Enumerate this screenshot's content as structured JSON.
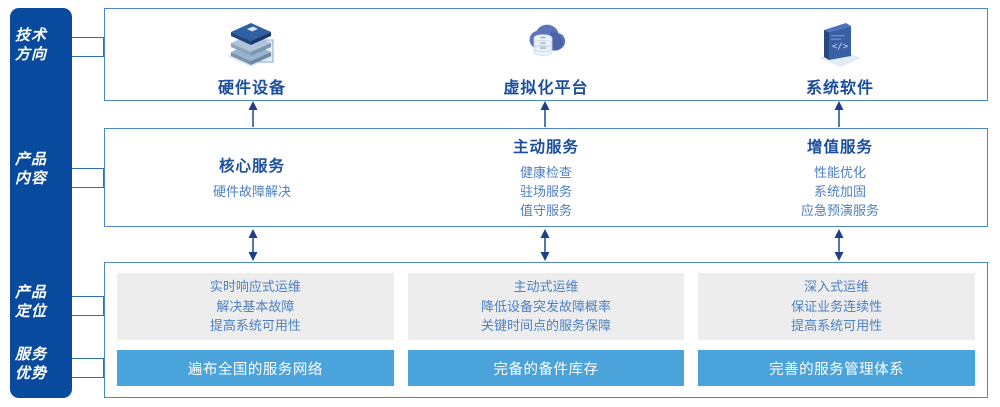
{
  "rail": {
    "color": "#084A9E",
    "items": [
      {
        "name": "tech-direction",
        "lines": [
          "技术",
          "方向"
        ]
      },
      {
        "name": "product-content",
        "lines": [
          "产品",
          "内容"
        ]
      },
      {
        "name": "product-position",
        "lines": [
          "产品",
          "定位"
        ]
      },
      {
        "name": "service-advantage",
        "lines": [
          "服务",
          "优势"
        ]
      }
    ]
  },
  "tech_direction": {
    "items": [
      {
        "icon": "server-stack-icon",
        "label": "硬件设备"
      },
      {
        "icon": "cloud-database-icon",
        "label": "虚拟化平台"
      },
      {
        "icon": "code-laptop-icon",
        "label": "系统软件"
      }
    ]
  },
  "product_content": {
    "items": [
      {
        "title": "核心服务",
        "lines": [
          "硬件故障解决"
        ]
      },
      {
        "title": "主动服务",
        "lines": [
          "健康检查",
          "驻场服务",
          "值守服务"
        ]
      },
      {
        "title": "增值服务",
        "lines": [
          "性能优化",
          "系统加固",
          "应急预演服务"
        ]
      }
    ]
  },
  "bottom": {
    "items": [
      {
        "positioning": [
          "实时响应式运维",
          "解决基本故障",
          "提高系统可用性"
        ],
        "advantage": "遍布全国的服务网络"
      },
      {
        "positioning": [
          "主动式运维",
          "降低设备突发故障概率",
          "关键时间点的服务保障"
        ],
        "advantage": "完备的备件库存"
      },
      {
        "positioning": [
          "深入式运维",
          "保证业务连续性",
          "提高系统可用性"
        ],
        "advantage": "完善的服务管理体系"
      }
    ]
  },
  "colors": {
    "rail_blue": "#084A9E",
    "panel_border": "#4C86C6",
    "title_blue": "#1B4F9C",
    "body_blue": "#4E80C0",
    "bar_blue": "#4BA3DC",
    "card_gray": "#EDEDED",
    "arrow_blue": "#1F3F87"
  }
}
